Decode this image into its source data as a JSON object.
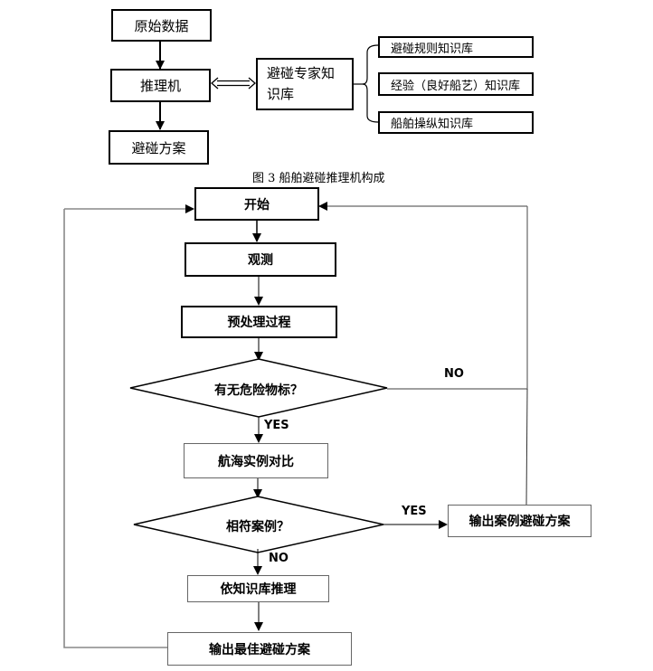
{
  "figure3": {
    "raw_data": "原始数据",
    "inference_engine": "推理机",
    "avoidance_plan": "避碰方案",
    "expert_kb": "避碰专家知识库",
    "sub_kbs": [
      "避碰规则知识库",
      "经验（良好船艺）知识库",
      "船舶操纵知识库"
    ],
    "caption": "图 3  船舶避碰推理机构成"
  },
  "flowchart": {
    "start": "开始",
    "observe": "观测",
    "preprocess": "预处理过程",
    "decision1": "有无危险物标？",
    "decision1_yes": "YES",
    "decision1_no": "NO",
    "compare": "航海实例对比",
    "decision2": "相符案例？",
    "decision2_yes": "YES",
    "decision2_no": "NO",
    "output_case": "输出案例避碰方案",
    "kb_reasoning": "依知识库推理",
    "output_best": "输出最佳避碰方案"
  }
}
